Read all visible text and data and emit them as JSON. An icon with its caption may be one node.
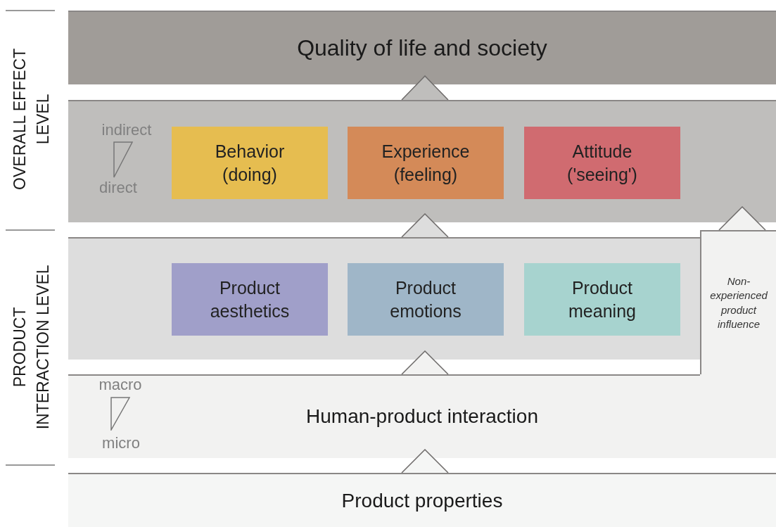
{
  "diagram": {
    "nodes": [
      {
        "text": [
          "Quality of life and society"
        ]
      },
      {
        "text": [],
        "shape": "box"
      },
      {
        "text": [
          "Behavior (doing)"
        ],
        "in": 1
      },
      {
        "text": [
          "Experience (feeling)"
        ],
        "in": 1
      },
      {
        "text": [
          "Attitude ('seeing')"
        ],
        "in": 1
      },
      {
        "text": [],
        "shape": "box"
      },
      {
        "text": [
          "Product aesthetics"
        ],
        "in": 5
      },
      {
        "text": [
          "Product emotions"
        ],
        "in": 5
      },
      {
        "text": [
          "Product meaning"
        ],
        "in": 5
      },
      {
        "text": [
          "Non-experienced product influence"
        ]
      },
      {
        "text": [
          "Human-product interaction"
        ]
      },
      {
        "text": [
          "Product properties"
        ]
      }
    ],
    "edges": [
      {
        "from": 11,
        "to": 10,
        "arrow": "to"
      },
      {
        "from": 10,
        "to": 5,
        "arrow": "to"
      },
      {
        "from": 9,
        "to": 1,
        "arrow": "to"
      },
      {
        "from": 5,
        "to": 1,
        "arrow": "to"
      },
      {
        "from": 1,
        "to": 0,
        "arrow": "to"
      }
    ],
    "labels": [
      "OVERALL EFFECT LEVEL",
      "indirect",
      "direct",
      "PRODUCT INTERACTION LEVEL",
      "macro",
      "micro"
    ]
  }
}
